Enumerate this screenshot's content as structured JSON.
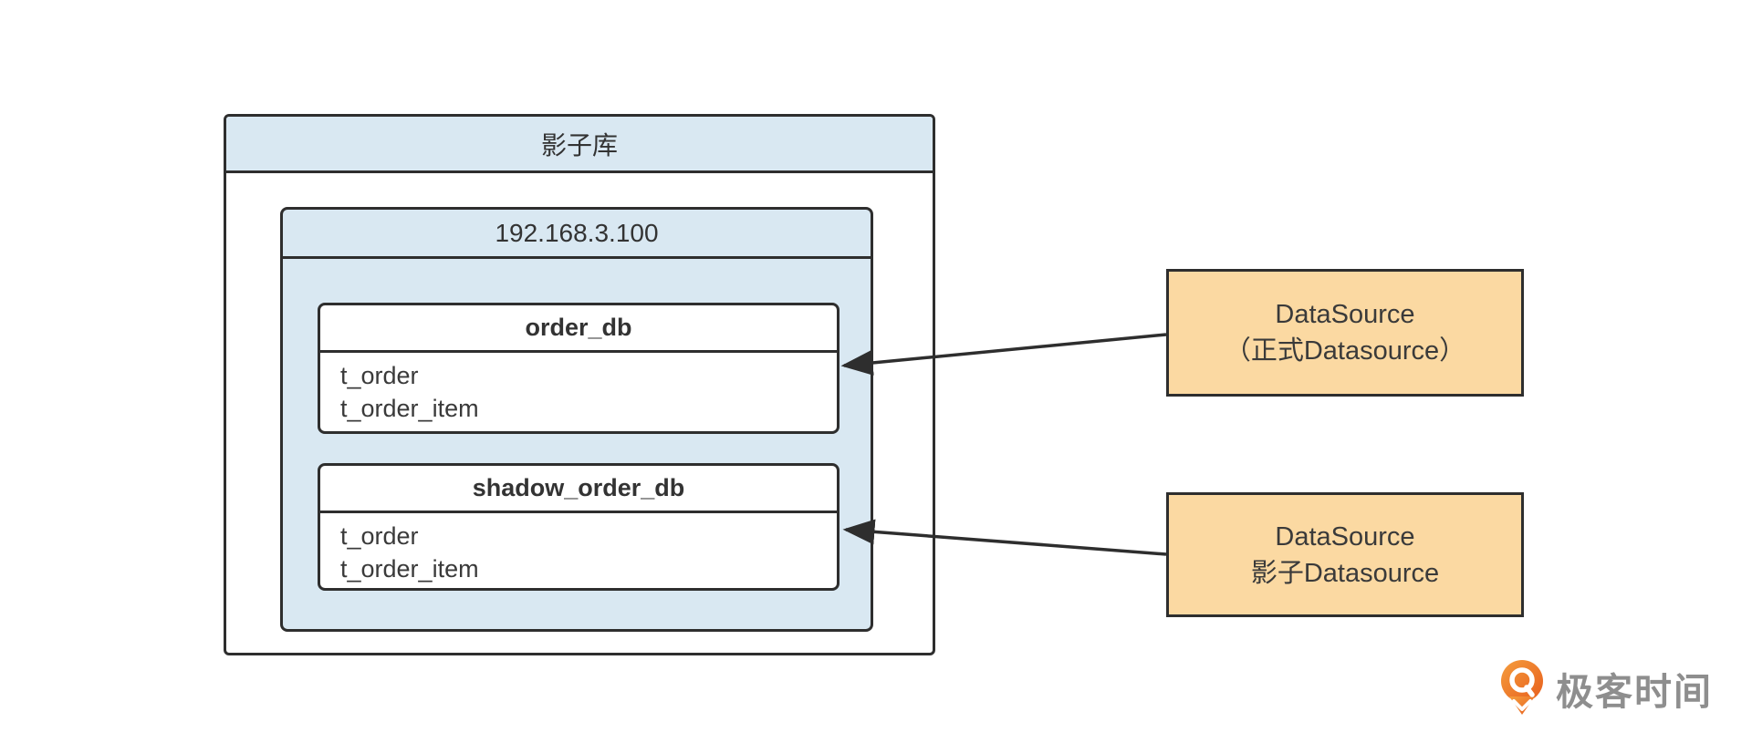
{
  "diagram": {
    "shadow_library": {
      "title": "影子库"
    },
    "host": {
      "title": "192.168.3.100"
    },
    "databases": [
      {
        "name": "order_db",
        "tables": [
          "t_order",
          "t_order_item"
        ]
      },
      {
        "name": "shadow_order_db",
        "tables": [
          "t_order",
          "t_order_item"
        ]
      }
    ],
    "datasources": [
      {
        "line1": "DataSource",
        "line2": "（正式Datasource）"
      },
      {
        "line1": "DataSource",
        "line2": "影子Datasource"
      }
    ],
    "arrows": [
      {
        "from": "formal-datasource",
        "to": "order_db"
      },
      {
        "from": "shadow-datasource",
        "to": "shadow_order_db"
      }
    ]
  },
  "branding": {
    "logo_text": "极客时间",
    "logo_icon": "geektime-pin-icon"
  },
  "colors": {
    "box_blue": "#d9e8f2",
    "box_orange": "#fbd9a2",
    "border_dark": "#2e2e2e",
    "text": "#3a3a3a",
    "logo_orange": "#ee7223",
    "logo_gray": "#8e8e8e"
  }
}
